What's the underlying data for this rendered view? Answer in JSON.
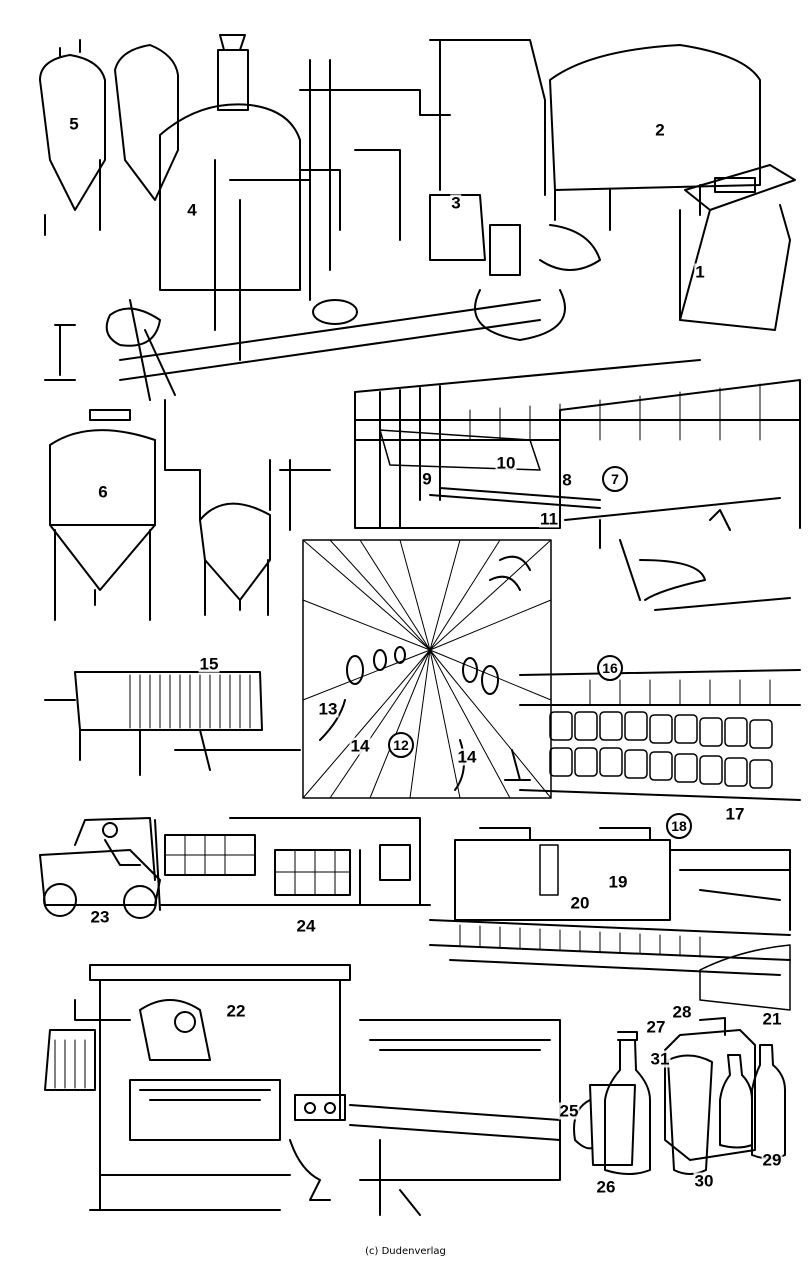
{
  "labels": {
    "l1": "1",
    "l2": "2",
    "l3": "3",
    "l4": "4",
    "l5": "5",
    "l6": "6",
    "l7": "7",
    "l8": "8",
    "l9": "9",
    "l10": "10",
    "l11": "11",
    "l12": "12",
    "l13": "13",
    "l14a": "14",
    "l14b": "14",
    "l15": "15",
    "l16": "16",
    "l17": "17",
    "l18": "18",
    "l19": "19",
    "l20": "20",
    "l21": "21",
    "l22": "22",
    "l23": "23",
    "l24": "24",
    "l25": "25",
    "l26": "26",
    "l27": "27",
    "l28": "28",
    "l29": "29",
    "l30": "30",
    "l31": "31"
  },
  "credit": "(c) Dudenverlag"
}
